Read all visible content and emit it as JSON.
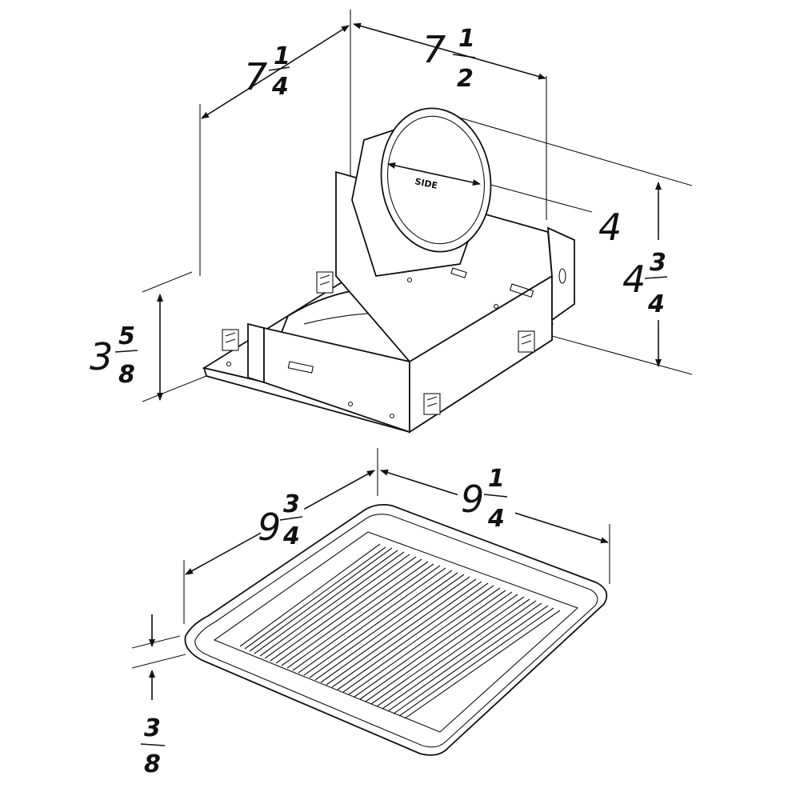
{
  "housing": {
    "width_front": {
      "whole": "7",
      "num": "1",
      "den": "4"
    },
    "width_side": {
      "whole": "7",
      "num": "1",
      "den": "2"
    },
    "duct_diameter": {
      "whole": "4"
    },
    "overall_height": {
      "whole": "4",
      "num": "3",
      "den": "4"
    },
    "box_height": {
      "whole": "3",
      "num": "5",
      "den": "8"
    },
    "duct_label": "SIDE"
  },
  "grille": {
    "width_front": {
      "whole": "9",
      "num": "3",
      "den": "4"
    },
    "width_side": {
      "whole": "9",
      "num": "1",
      "den": "4"
    },
    "thickness": {
      "num": "3",
      "den": "8"
    }
  },
  "colors": {
    "line": "#111111",
    "background": "#ffffff"
  }
}
